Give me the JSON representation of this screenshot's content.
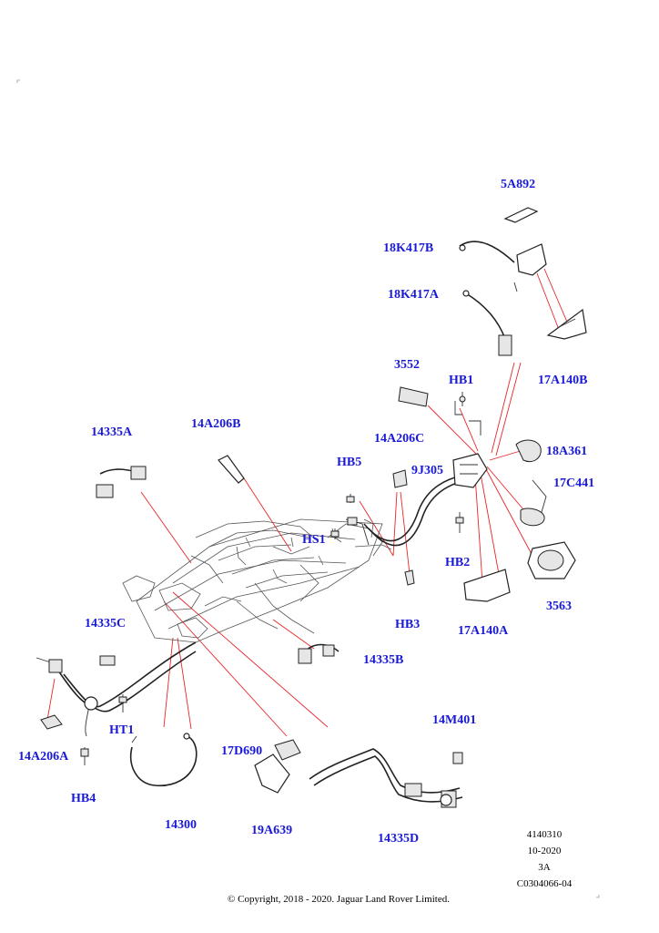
{
  "labels": {
    "p5A892": "5A892",
    "p18K417B": "18K417B",
    "p18K417A": "18K417A",
    "p17A140B": "17A140B",
    "p3552": "3552",
    "pHB1": "HB1",
    "p18A361": "18A361",
    "p17C441": "17C441",
    "p14335A": "14335A",
    "p14A206B": "14A206B",
    "p14A206C": "14A206C",
    "pHB5": "HB5",
    "p9J305": "9J305",
    "pHS1": "HS1",
    "pHB2": "HB2",
    "pHB3": "HB3",
    "p3563": "3563",
    "p17A140A": "17A140A",
    "p14335C": "14335C",
    "p14335B": "14335B",
    "pHT1": "HT1",
    "p14M401": "14M401",
    "p17D690": "17D690",
    "p14A206A": "14A206A",
    "p14300": "14300",
    "p19A639": "19A639",
    "p14335D": "14335D",
    "pHB4": "HB4"
  },
  "metadata": {
    "illustration_number": "4140310",
    "date_code": "10-2020",
    "revision": "3A",
    "catalog_code": "C0304066-04",
    "copyright": "© Copyright, 2018 - 2020. Jaguar Land Rover Limited."
  },
  "colors": {
    "label": "#1a1ad6",
    "leader_line": "#e8262b",
    "line_art": "#222222"
  }
}
